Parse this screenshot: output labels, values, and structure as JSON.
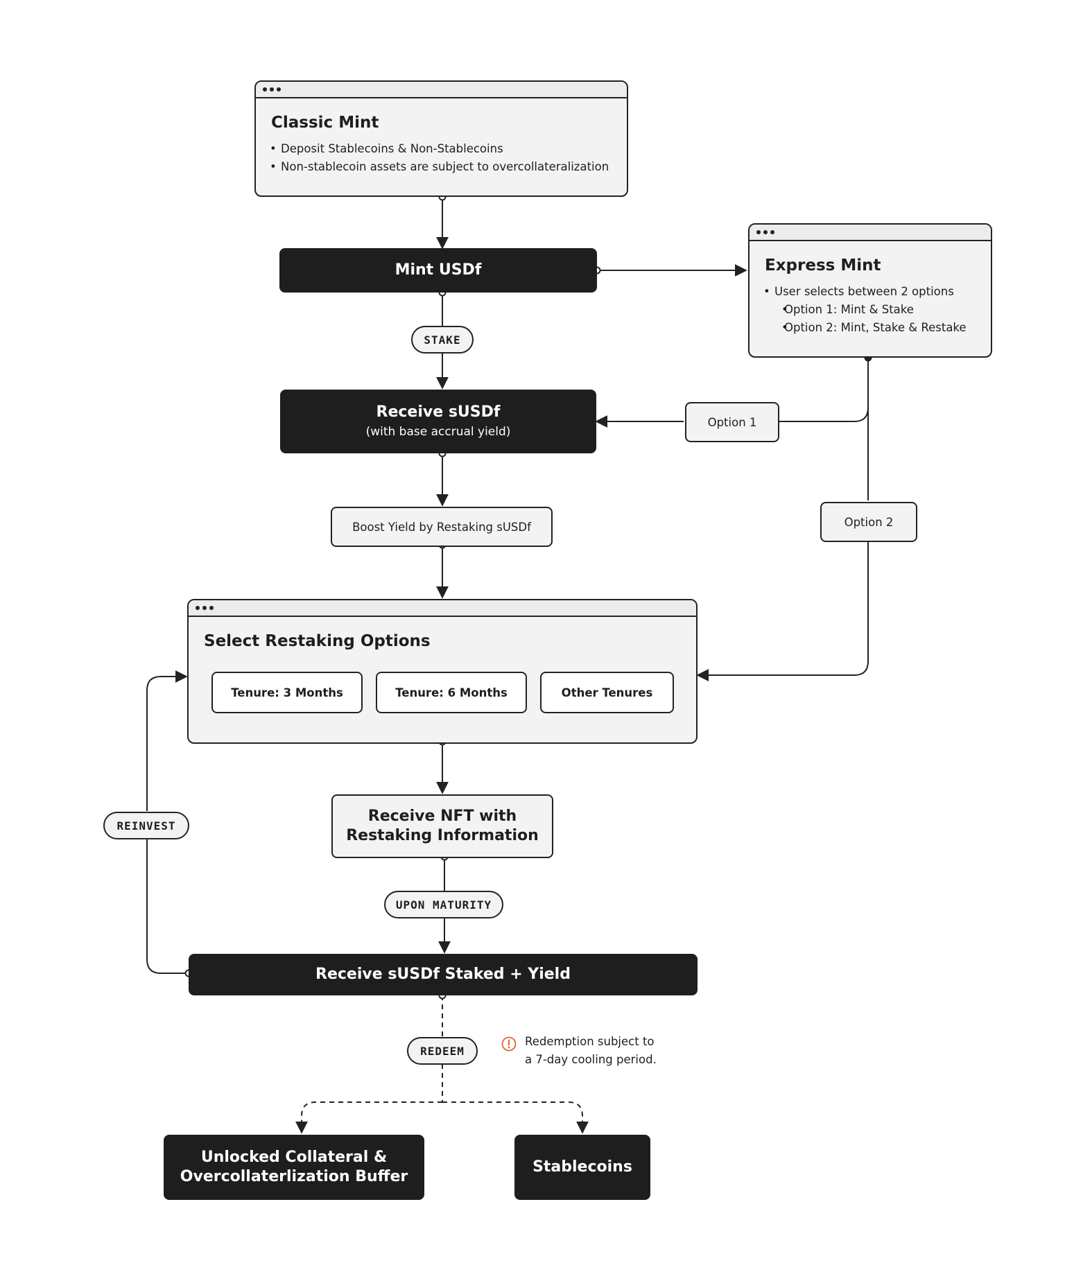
{
  "classic_mint": {
    "title": "Classic Mint",
    "bullets": [
      "Deposit Stablecoins & Non-Stablecoins",
      "Non-stablecoin assets are subject to overcollateralization"
    ]
  },
  "mint_usdf": {
    "label": "Mint USDf"
  },
  "express_mint": {
    "title": "Express Mint",
    "bullet": "User selects between 2 options",
    "sub_bullets": [
      "Option 1: Mint & Stake",
      "Option 2: Mint, Stake & Restake"
    ]
  },
  "stake_pill": "STAKE",
  "receive_susdf": {
    "label": "Receive sUSDf",
    "sub": "(with base accrual yield)"
  },
  "option1": "Option 1",
  "option2": "Option 2",
  "boost_yield": "Boost Yield by Restaking sUSDf",
  "restaking": {
    "title": "Select Restaking Options",
    "tenures": [
      "Tenure: 3 Months",
      "Tenure: 6 Months",
      "Other Tenures"
    ]
  },
  "reinvest_pill": "REINVEST",
  "receive_nft": {
    "line1": "Receive NFT with",
    "line2": "Restaking Information"
  },
  "upon_maturity_pill": "UPON MATURITY",
  "receive_staked": "Receive sUSDf Staked + Yield",
  "redeem_pill": "REDEEM",
  "redemption_note": {
    "line1": "Redemption subject to",
    "line2": "a 7-day cooling period."
  },
  "unlocked": {
    "line1": "Unlocked Collateral &",
    "line2": "Overcollaterlization Buffer"
  },
  "stablecoins": "Stablecoins",
  "colors": {
    "dark_node": "#1e1e1e",
    "light_node": "#f3f3f3",
    "stroke": "#222222",
    "warning": "#e0622e"
  },
  "icons": {
    "warning": "warning-circle-icon",
    "window_controls": "window-dots-icon"
  }
}
